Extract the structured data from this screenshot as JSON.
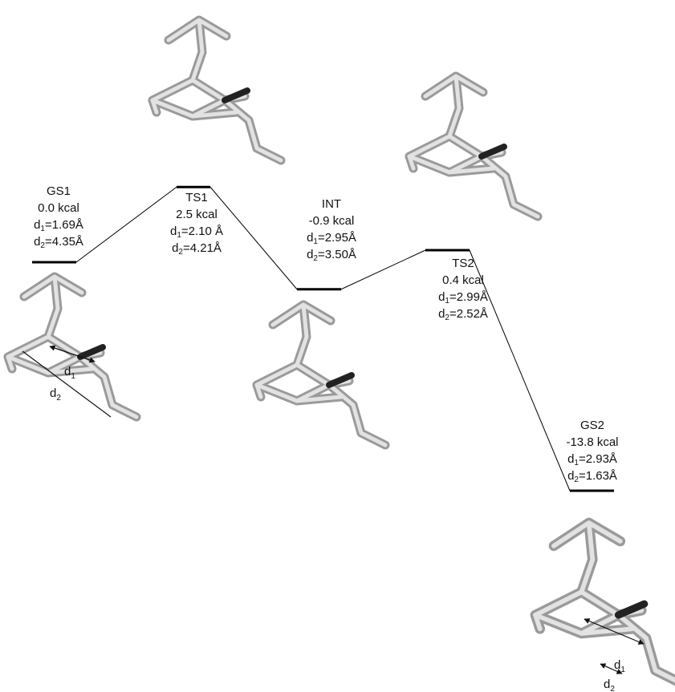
{
  "states": [
    {
      "id": "GS1",
      "name": "GS1",
      "energy_kcal": 0.0,
      "energy": "0.0 kcal",
      "d1": "1.69Å",
      "d2": "4.35Å"
    },
    {
      "id": "TS1",
      "name": "TS1",
      "energy_kcal": 2.5,
      "energy": "2.5 kcal",
      "d1": "2.10 Å",
      "d2": "4.21Å"
    },
    {
      "id": "INT",
      "name": "INT",
      "energy_kcal": -0.9,
      "energy": "-0.9 kcal",
      "d1": "2.95Å",
      "d2": "3.50Å"
    },
    {
      "id": "TS2",
      "name": "TS2",
      "energy_kcal": 0.4,
      "energy": "0.4 kcal",
      "d1": "2.99Å",
      "d2": "2.52Å"
    },
    {
      "id": "GS2",
      "name": "GS2",
      "energy_kcal": -13.8,
      "energy": "-13.8 kcal",
      "d1": "2.93Å",
      "d2": "1.63Å"
    }
  ],
  "distance_prefix": {
    "d1": "d",
    "d1_sub": "1",
    "d2": "d",
    "d2_sub": "2"
  },
  "structure_labels": {
    "gs1_d1": "d",
    "gs1_d1_sub": "1",
    "gs1_d2": "d",
    "gs1_d2_sub": "2",
    "gs2_d1": "d",
    "gs2_d1_sub": "1",
    "gs2_d2": "d",
    "gs2_d2_sub": "2"
  }
}
